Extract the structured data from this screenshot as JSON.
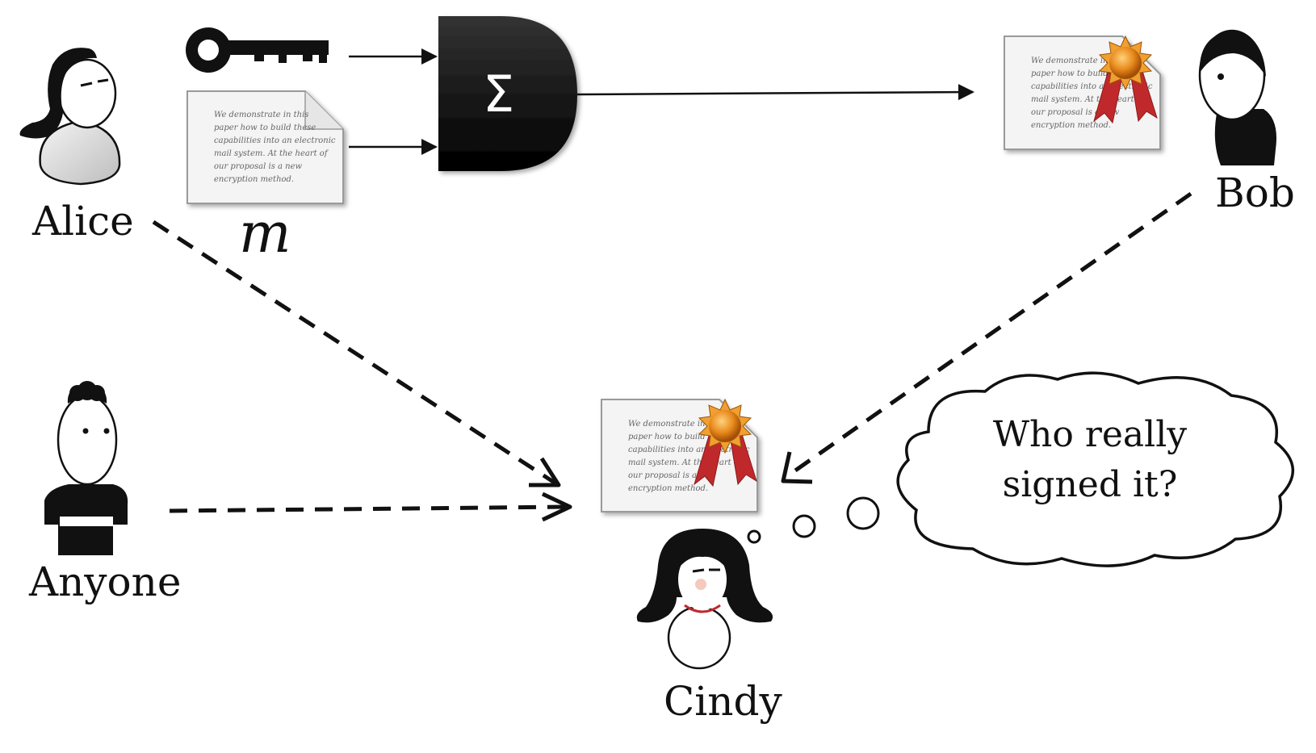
{
  "people": {
    "alice": "Alice",
    "bob": "Bob",
    "anyone": "Anyone",
    "cindy": "Cindy"
  },
  "message_symbol": "m",
  "sign_operator": "Σ",
  "document_text": [
    "We demonstrate in this",
    "paper how to build these",
    "capabilities into an electronic",
    "mail system. At the heart of",
    "our proposal is a new",
    "encryption method."
  ],
  "thought_bubble": {
    "line1": "Who really",
    "line2": "signed it?"
  },
  "colors": {
    "ink": "#111111",
    "seal_gold": "#e8891c",
    "ribbon_red": "#c0292b",
    "paper": "#f4f4f4"
  }
}
